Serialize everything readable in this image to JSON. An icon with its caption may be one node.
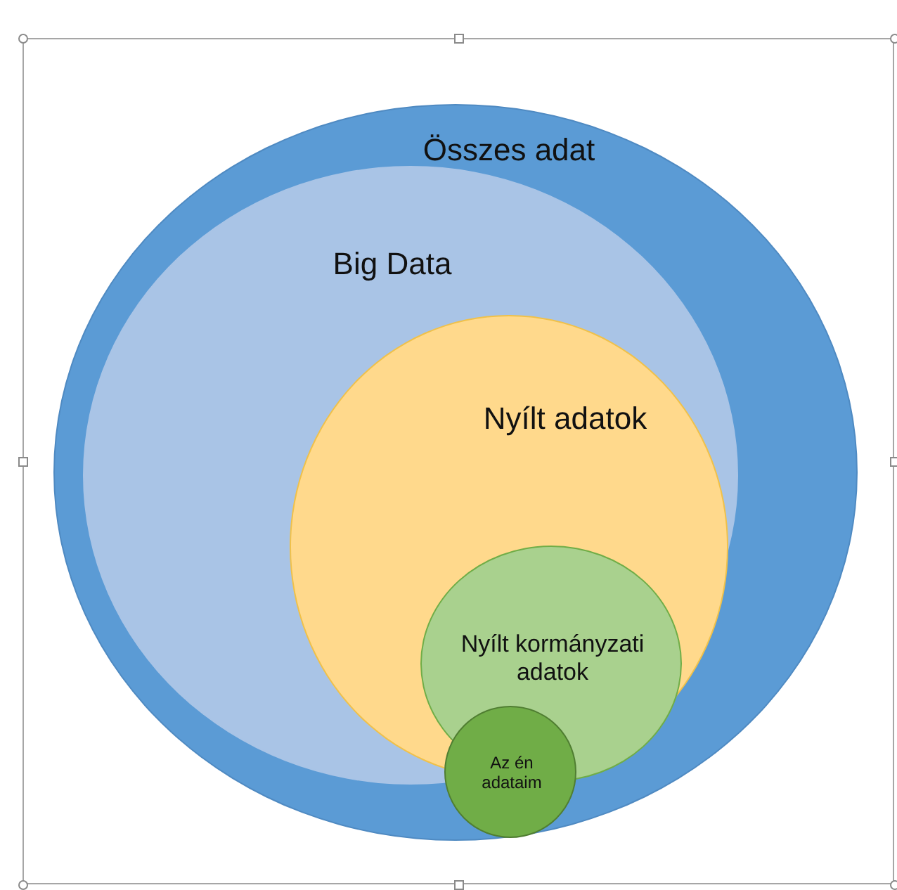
{
  "diagram": {
    "nodes": [
      {
        "text": [
          "Összes adat"
        ]
      },
      {
        "text": [
          "Big Data"
        ],
        "in": 0
      },
      {
        "text": [
          "Nyílt adatok"
        ],
        "in": 1
      },
      {
        "text": [
          "Nyílt kormányzati adatok"
        ],
        "in": 2
      },
      {
        "text": [
          "Az én adataim"
        ],
        "in": 0
      }
    ]
  }
}
